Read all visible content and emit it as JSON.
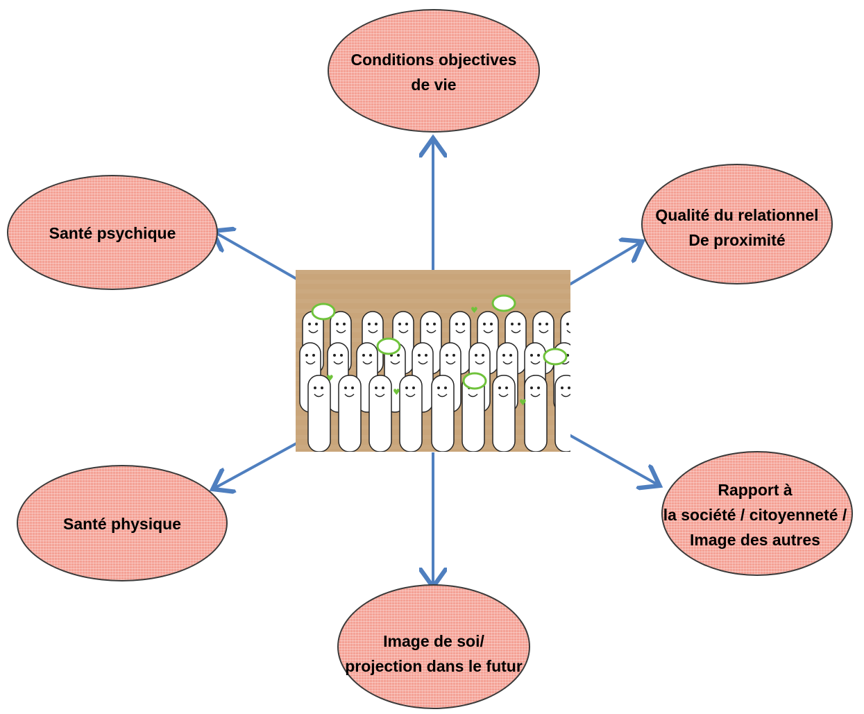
{
  "nodes": {
    "top": {
      "lines": [
        "Conditions objectives",
        "de vie"
      ]
    },
    "left_upper": {
      "lines": [
        "Santé psychique"
      ]
    },
    "right_upper": {
      "lines": [
        "Qualité du relationnel",
        "De proximité"
      ]
    },
    "left_lower": {
      "lines": [
        "Santé physique"
      ]
    },
    "right_lower": {
      "lines": [
        "Rapport à",
        "la société / citoyenneté /",
        "Image des autres"
      ]
    },
    "bottom": {
      "lines": [
        "Image de soi/",
        "projection dans le futur"
      ]
    }
  },
  "colors": {
    "node_fill": "#f4a195",
    "node_border": "#3a3a3a",
    "arrow": "#4f7fbf",
    "photo_bg": "#c9a57a",
    "figure_fill": "#ffffff",
    "bubble": "#6fc23b"
  },
  "center_image": {
    "icon": "crowd-of-cartoon-people-illustration"
  }
}
